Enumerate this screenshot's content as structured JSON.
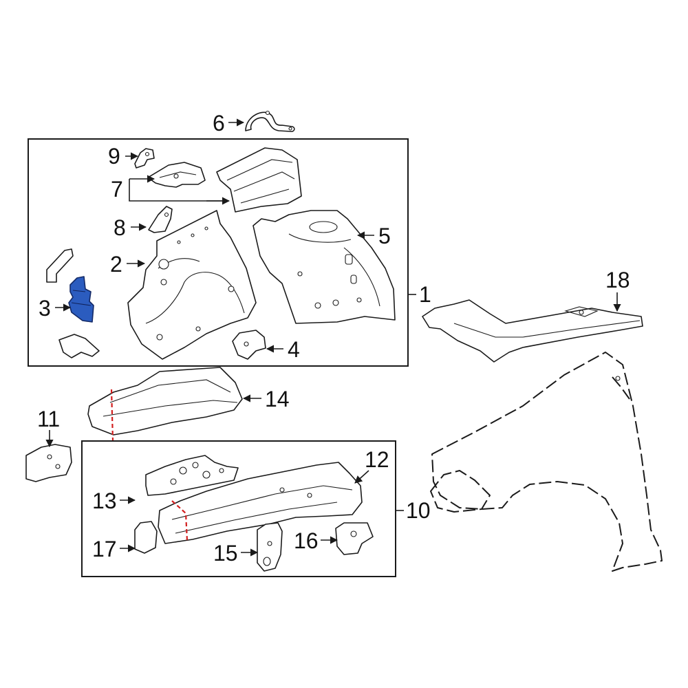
{
  "colors": {
    "highlight": "#2b5cbf",
    "cut_line": "#d21f1f",
    "line": "#1a1a1a",
    "background": "#ffffff"
  },
  "callouts": {
    "c1": "1",
    "c2": "2",
    "c3": "3",
    "c4": "4",
    "c5": "5",
    "c6": "6",
    "c7": "7",
    "c8": "8",
    "c9": "9",
    "c10": "10",
    "c11": "11",
    "c12": "12",
    "c13": "13",
    "c14": "14",
    "c15": "15",
    "c16": "16",
    "c17": "17",
    "c18": "18"
  },
  "highlighted_part": "3"
}
